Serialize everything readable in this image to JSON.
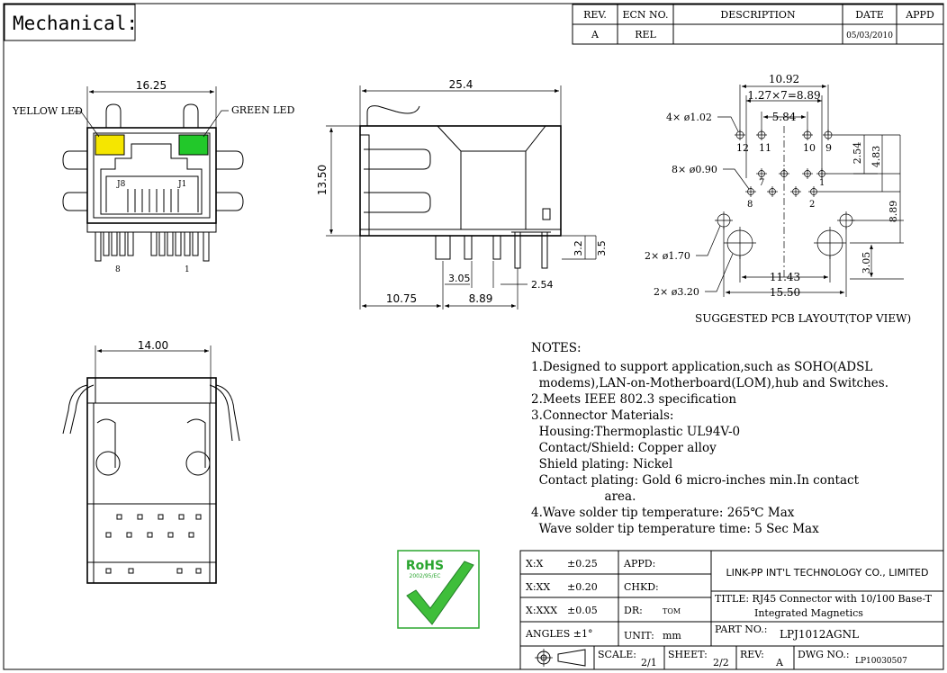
{
  "section_title": "Mechanical:",
  "revision_table": {
    "headers": [
      "REV.",
      "ECN NO.",
      "DESCRIPTION",
      "DATE",
      "APPD"
    ],
    "row": [
      "A",
      "REL",
      "",
      "05/03/2010",
      ""
    ]
  },
  "front_view": {
    "width_dim": "16.25",
    "yellow_led": "YELLOW LED",
    "green_led": "GREEN LED",
    "pin_j8": "J8",
    "pin_j1": "J1",
    "pin_8": "8",
    "pin_1": "1",
    "colors": {
      "yellow": "#f5e600",
      "green": "#22c82a"
    }
  },
  "side_view": {
    "length_dim": "25.4",
    "height_dim": "13.50",
    "dim_3_2": "3.2",
    "dim_3_5": "3.5",
    "dim_3_05": "3.05",
    "dim_2_54": "2.54",
    "dim_10_75": "10.75",
    "dim_8_89": "8.89"
  },
  "pcb_layout": {
    "dim_10_92": "10.92",
    "dim_pitch": "1.27×7=8.89",
    "dim_5_84": "5.84",
    "hole_4": "4× ø1.02",
    "hole_8": "8× ø0.90",
    "hole_2a": "2× ø1.70",
    "hole_2b": "2× ø3.20",
    "dim_2_54": "2.54",
    "dim_4_83": "4.83",
    "dim_8_89": "8.89",
    "dim_3_05": "3.05",
    "dim_11_43": "11.43",
    "dim_15_50": "15.50",
    "pin_12": "12",
    "pin_11": "11",
    "pin_10": "10",
    "pin_9": "9",
    "pin_7": "7",
    "pin_8": "8",
    "pin_2": "2",
    "pin_1": "1",
    "caption": "SUGGESTED PCB LAYOUT(TOP VIEW)"
  },
  "top_view": {
    "width_dim": "14.00"
  },
  "notes": {
    "title": "NOTES:",
    "lines": [
      "1.Designed to support application,such as SOHO(ADSL",
      "  modems),LAN-on-Motherboard(LOM),hub and Switches.",
      "2.Meets IEEE 802.3 specification",
      "3.Connector Materials:",
      "  Housing:Thermoplastic UL94V-0",
      "  Contact/Shield: Copper alloy",
      "  Shield plating: Nickel",
      "  Contact plating: Gold 6 micro-inches min.In contact",
      "                   area.",
      "4.Wave solder tip temperature: 265℃ Max",
      "  Wave solder tip temperature time: 5 Sec Max"
    ]
  },
  "rohs": {
    "label": "RoHS",
    "sub": "2002/95/EC"
  },
  "title_block": {
    "tol_x": "X:X",
    "tol_x_val": "±0.25",
    "tol_xx": "X:XX",
    "tol_xx_val": "±0.20",
    "tol_xxx": "X:XXX",
    "tol_xxx_val": "±0.05",
    "angles": "ANGLES ±1°",
    "appd": "APPD:",
    "chkd": "CHKD:",
    "dr": "DR:",
    "dr_val": "TOM",
    "unit": "UNIT:",
    "unit_val": "mm",
    "company": "LINK-PP INT'L TECHNOLOGY CO., LIMITED",
    "title_line1": "TITLE: RJ45 Connector with 10/100 Base-T",
    "title_line2": "Integrated Magnetics",
    "part_no_label": "PART NO.:",
    "part_no": "LPJ1012AGNL",
    "scale_label": "SCALE:",
    "scale": "2/1",
    "sheet_label": "SHEET:",
    "sheet": "2/2",
    "rev_label": "REV:",
    "rev": "A",
    "dwg_label": "DWG NO.:",
    "dwg": "LP10030507"
  }
}
